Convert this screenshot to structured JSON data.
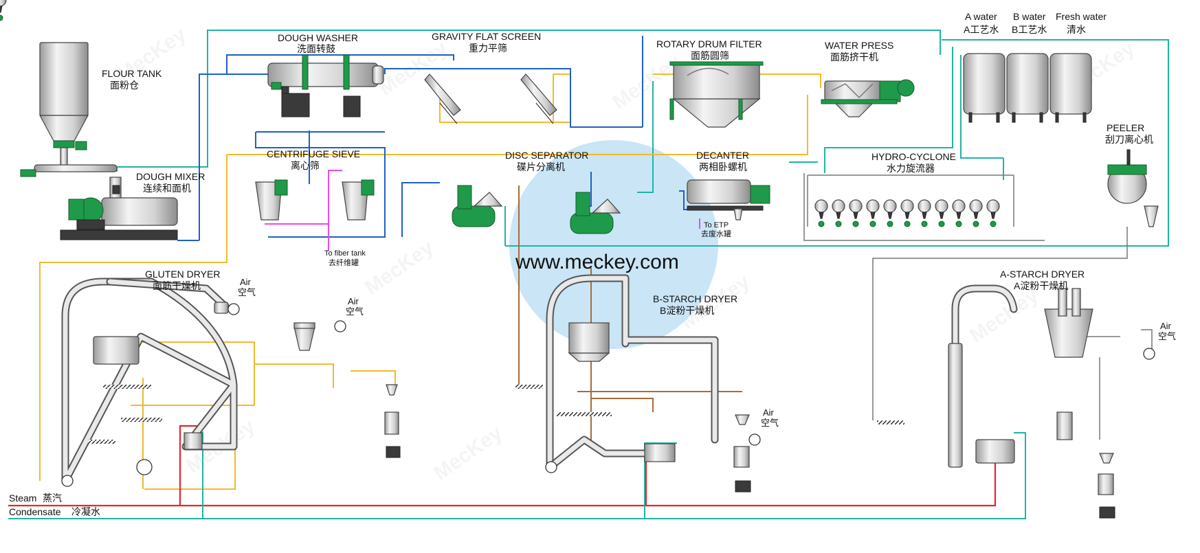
{
  "website": "www.meckey.com",
  "labels": {
    "flour_tank": {
      "en": "FLOUR TANK",
      "zh": "面粉仓"
    },
    "dough_mixer": {
      "en": "DOUGH MIXER",
      "zh": "连续和面机"
    },
    "dough_washer": {
      "en": "DOUGH WASHER",
      "zh": "洗面转鼓"
    },
    "gravity_flat_screen": {
      "en": "GRAVITY FLAT SCREEN",
      "zh": "重力平筛"
    },
    "rotary_drum_filter": {
      "en": "ROTARY DRUM FILTER",
      "zh": "面筋圆筛"
    },
    "water_press": {
      "en": "WATER PRESS",
      "zh": "面筋挤干机"
    },
    "centrifuge_sieve": {
      "en": "CENTRIFUGE SIEVE",
      "zh": "离心筛"
    },
    "disc_separator": {
      "en": "DISC SEPARATOR",
      "zh": "碟片分离机"
    },
    "decanter": {
      "en": "DECANTER",
      "zh": "两相卧螺机"
    },
    "hydro_cyclone": {
      "en": "HYDRO-CYCLONE",
      "zh": "水力旋流器"
    },
    "peeler": {
      "en": "PEELER",
      "zh": "刮刀离心机"
    },
    "gluten_dryer": {
      "en": "GLUTEN DRYER",
      "zh": "面筋干燥机"
    },
    "b_starch_dryer": {
      "en": "B-STARCH DRYER",
      "zh": "B淀粉干燥机"
    },
    "a_starch_dryer": {
      "en": "A-STARCH DRYER",
      "zh": "A淀粉干燥机"
    },
    "to_fiber_tank": {
      "en": "To fiber tank",
      "zh": "去纤维罐"
    },
    "to_etp": {
      "en": "To ETP",
      "zh": "去废水罐"
    }
  },
  "water_tanks": [
    {
      "en": "A water",
      "zh": "A工艺水"
    },
    {
      "en": "B water",
      "zh": "B工艺水"
    },
    {
      "en": "Fresh water",
      "zh": "清水"
    }
  ],
  "air": {
    "en": "Air",
    "zh": "空气"
  },
  "legend": [
    {
      "en": "Steam",
      "zh": "蒸汽",
      "color": "#e2262b"
    },
    {
      "en": "Condensate",
      "zh": "冷凝水",
      "color": "#1fb3a6"
    }
  ],
  "colors": {
    "flour_line": "#f2b92b",
    "water_line": "#1e5fc4",
    "process_line": "#1fb3a6",
    "steam_line": "#e2262b",
    "fiber_line": "#e84ce8",
    "equipment_accent": "#1f9a4a",
    "highlight_circle": "#bfe0f5"
  }
}
